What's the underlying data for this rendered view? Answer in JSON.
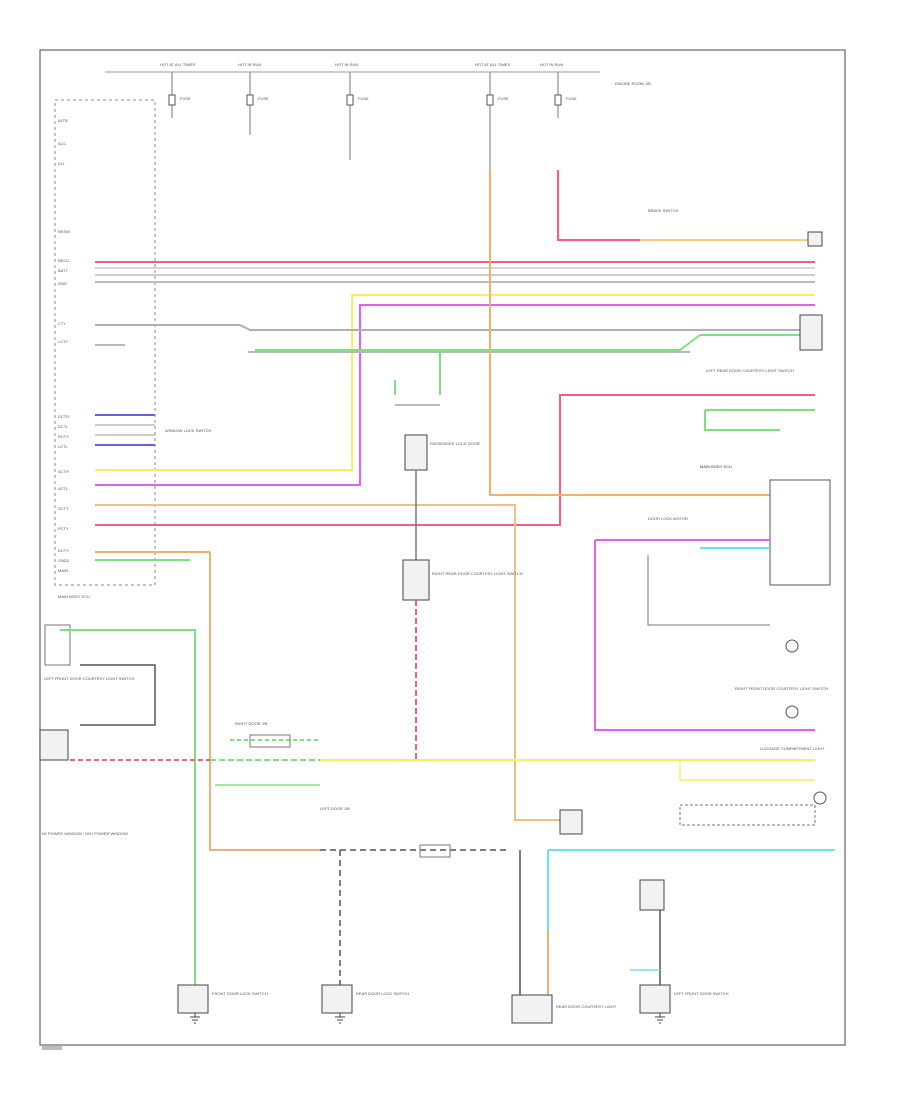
{
  "diagram": {
    "labels": {
      "hot_top1": "HOT AT ALL TIMES",
      "hot_top2": "HOT IN RUN",
      "hot_top3": "HOT IN RUN",
      "hot_top4": "HOT AT ALL TIMES",
      "hot_top5": "HOT IN RUN",
      "fuse1": "FUSE",
      "fuse2": "FUSE",
      "fuse3": "FUSE",
      "fuse4": "FUSE",
      "fuse5": "FUSE",
      "engine_room": "ENGINE ROOM J/B",
      "brake_switch": "BRAKE SWITCH",
      "left_rear_door": "LEFT REAR DOOR COURTESY LIGHT SWITCH",
      "passenger_lock": "PASSENGER LOCK DOOR",
      "right_rear_door": "RIGHT REAR DOOR COURTESY LIGHT SWITCH",
      "left_front_door": "LEFT FRONT DOOR COURTESY LIGHT SWITCH",
      "body_ecu": "MAIN BODY ECU",
      "door_lock_motor": "DOOR LOCK MOTOR",
      "right_front_door": "RIGHT FRONT DOOR COURTESY LIGHT SWITCH",
      "luggage_courtesy": "LUGGAGE COMPARTMENT LIGHT",
      "left_door_jb": "LEFT DOOR J/B",
      "right_door_jb": "RIGHT DOOR J/B",
      "bottom_switch1": "FRONT DOOR LOCK SWITCH",
      "bottom_switch2": "REAR DOOR LOCK SWITCH",
      "bottom_switch3": "REAR DOOR COURTESY LIGHT",
      "bottom_switch4": "LEFT FRONT DOOR SWITCH",
      "notes": "W/ POWER WINDOW / W/O POWER WINDOW"
    },
    "colors": {
      "red": "#f06080",
      "pink": "#ff5c7a",
      "yellow": "#f5f060",
      "magenta": "#e060f0",
      "green": "#80e080",
      "orange": "#f0b070",
      "cyan": "#70e0f0",
      "gray": "#b8b8b8",
      "blue": "#6060f0",
      "dark": "#444444"
    }
  }
}
